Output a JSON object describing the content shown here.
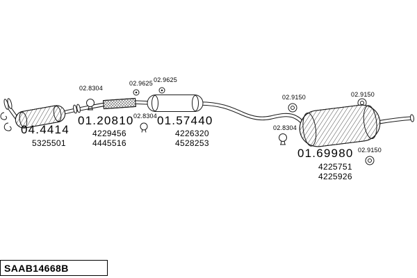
{
  "colors": {
    "ink": "#1a1a1a",
    "background": "#ffffff"
  },
  "parts": [
    {
      "id": "04.4414",
      "numbers": [
        "5325501"
      ]
    },
    {
      "id": "01.20810",
      "numbers": [
        "4229456",
        "4445516"
      ]
    },
    {
      "id": "01.57440",
      "numbers": [
        "4226320",
        "4528253"
      ]
    },
    {
      "id": "01.69980",
      "numbers": [
        "4225751",
        "4225926"
      ]
    }
  ],
  "clamps": [
    {
      "label": "02.8304"
    },
    {
      "label": "02.9625"
    },
    {
      "label": "02.9625"
    },
    {
      "label": "02.8304"
    },
    {
      "label": "02.9150"
    },
    {
      "label": "02.9150"
    },
    {
      "label": "02.8304"
    },
    {
      "label": "02.9150"
    }
  ],
  "icons": {
    "clamp": "exhaust-clamp-icon",
    "bracket": "mount-bracket-icon",
    "ring": "rubber-hanger-ring-icon"
  },
  "footer": {
    "code": "SAAB14668B"
  }
}
